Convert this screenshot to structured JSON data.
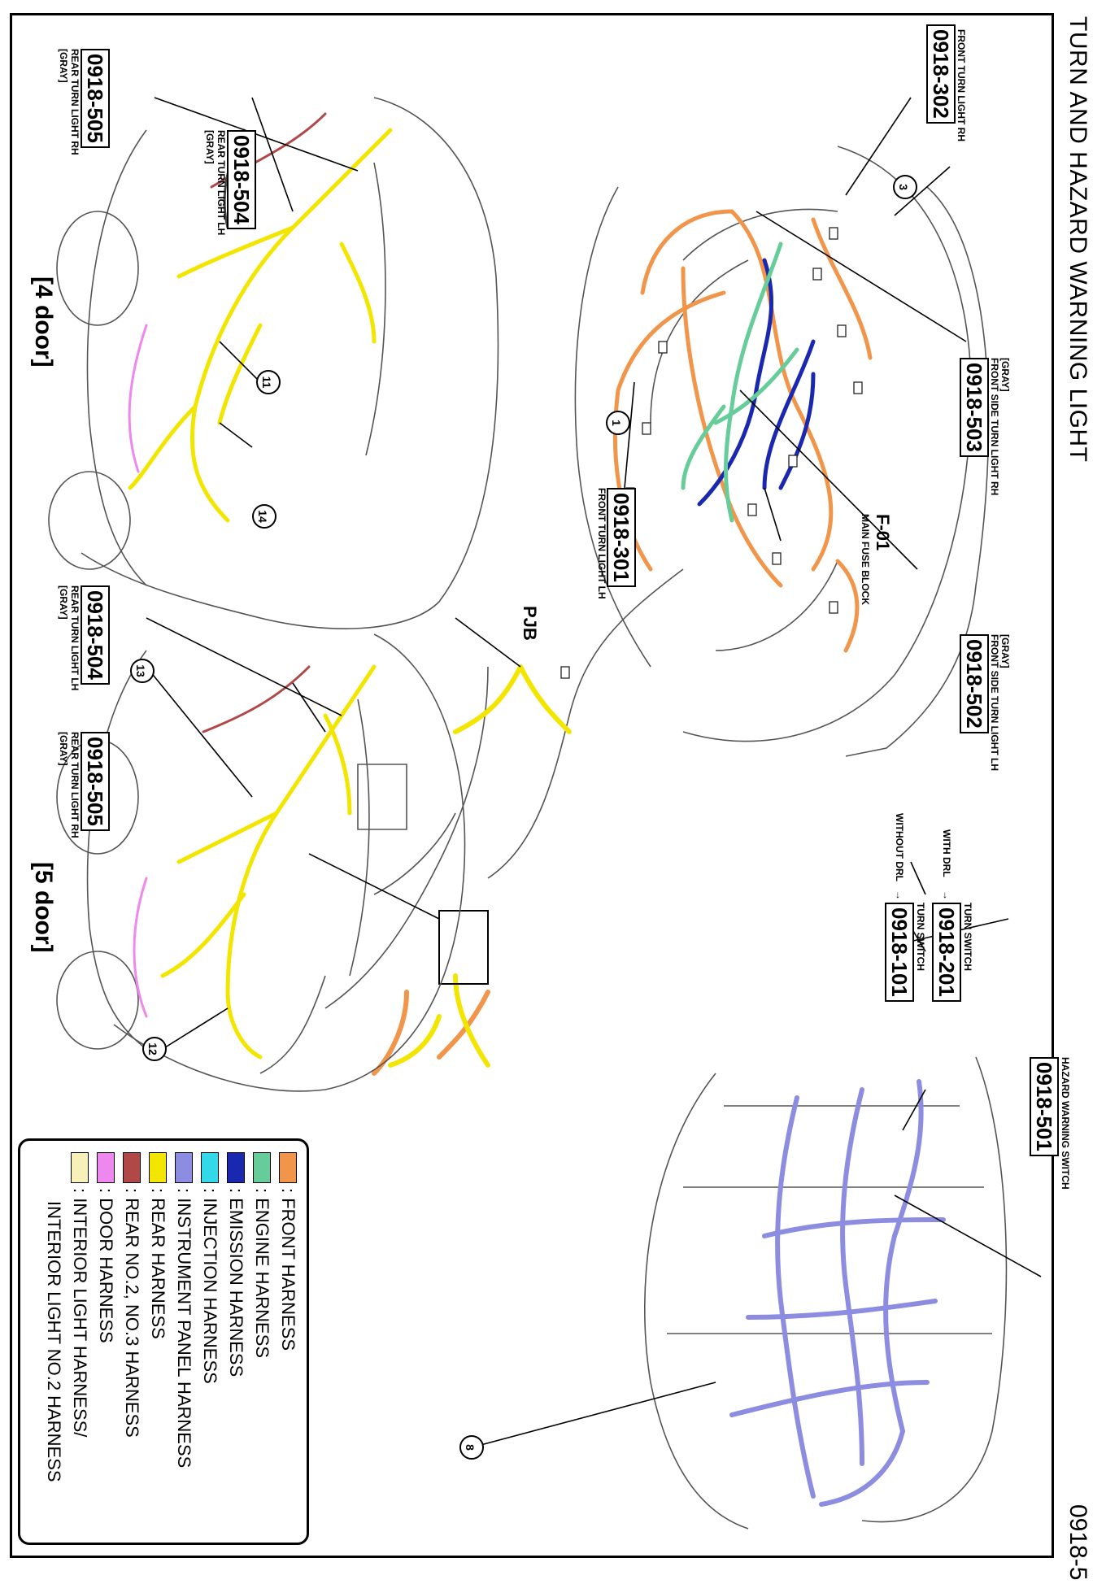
{
  "page": {
    "title": "TURN AND HAZARD WARNING LIGHT",
    "number": "0918-5"
  },
  "callouts": {
    "c302": {
      "code": "0918-302",
      "caption": "FRONT TURN LIGHT RH"
    },
    "c503": {
      "code": "0918-503",
      "caption_color": "[GRAY]",
      "caption": "FRONT SIDE TURN LIGHT RH"
    },
    "c301": {
      "code": "0918-301",
      "caption": "FRONT TURN LIGHT LH"
    },
    "c502": {
      "code": "0918-502",
      "caption_color": "[GRAY]",
      "caption": "FRONT SIDE TURN LIGHT LH"
    },
    "f01": {
      "code": "F-01",
      "caption": "MAIN FUSE BLOCK"
    },
    "pjb": {
      "label": "PJB"
    },
    "c201": {
      "code": "0918-201",
      "prefix": "WITH DRL",
      "caption": "TURN SWITCH"
    },
    "c101": {
      "code": "0918-101",
      "prefix": "WITHOUT DRL",
      "caption": "TURN SWITCH"
    },
    "c501": {
      "code": "0918-501",
      "caption": "HAZARD WARNING SWITCH"
    },
    "c505_4door": {
      "code": "0918-505",
      "caption": "REAR TURN LIGHT RH",
      "caption_color": "[GRAY]"
    },
    "c504_4door": {
      "code": "0918-504",
      "caption": "REAR TURN LIGHT LH",
      "caption_color": "[GRAY]"
    },
    "c504_5door": {
      "code": "0918-504",
      "caption": "REAR TURN LIGHT LH",
      "caption_color": "[GRAY]"
    },
    "c505_5door": {
      "code": "0918-505",
      "caption": "REAR TURN LIGHT RH",
      "caption_color": "[GRAY]"
    }
  },
  "variants": {
    "four_door": "[4 door]",
    "five_door": "[5 door]"
  },
  "circles": [
    "1",
    "3",
    "8",
    "11",
    "12",
    "13",
    "14"
  ],
  "arrow_glyph": "→",
  "legend": [
    {
      "color": "#f0954a",
      "label": ": FRONT HARNESS"
    },
    {
      "color": "#66cc99",
      "label": ": ENGINE HARNESS"
    },
    {
      "color": "#1a28b0",
      "label": ": EMISSION HARNESS"
    },
    {
      "color": "#33d9e8",
      "label": ": INJECTION HARNESS"
    },
    {
      "color": "#8c8ce0",
      "label": ": INSTRUMENT PANEL HARNESS"
    },
    {
      "color": "#f2e600",
      "label": ": REAR HARNESS"
    },
    {
      "color": "#b04848",
      "label": ": REAR NO.2, NO.3 HARNESS"
    },
    {
      "color": "#ee88ee",
      "label": ": DOOR HARNESS"
    },
    {
      "color": "#f7f0b8",
      "label": ": INTERIOR LIGHT HARNESS/"
    },
    {
      "color": "",
      "label": "INTERIOR LIGHT NO.2 HARNESS"
    }
  ]
}
